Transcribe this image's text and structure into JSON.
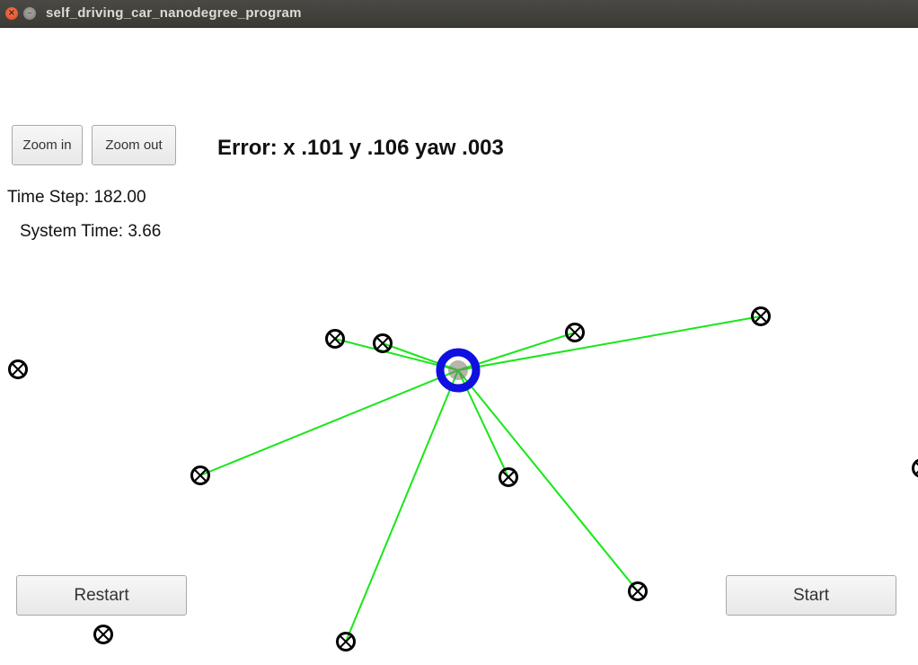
{
  "window": {
    "title": "self_driving_car_nanodegree_program",
    "close_glyph": "×",
    "minimize_glyph": "–"
  },
  "controls": {
    "zoom_in_label": "Zoom in",
    "zoom_out_label": "Zoom out",
    "restart_label": "Restart",
    "start_label": "Start"
  },
  "status": {
    "error_text": "Error: x .101 y .106 yaw .003",
    "time_step_text": "Time Step: 182.00",
    "system_time_text": "System Time: 3.66"
  },
  "colors": {
    "vehicle": "#1010e0",
    "observation_line": "#19e619",
    "landmark": "#000000"
  },
  "icons": {
    "landmark": "landmark-marker-icon",
    "vehicle": "vehicle-icon"
  }
}
